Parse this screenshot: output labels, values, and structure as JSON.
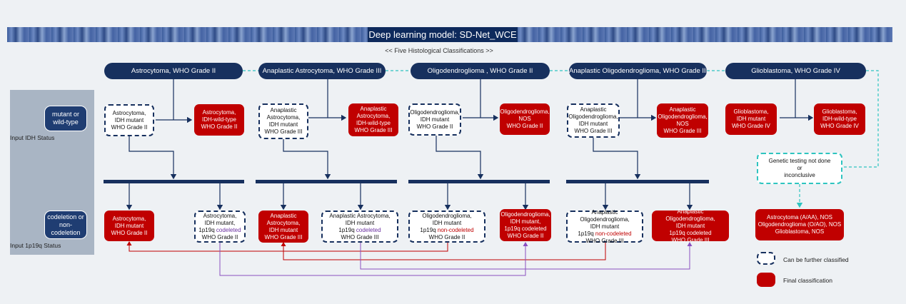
{
  "title": "Deep learning model: SD-Net_WCE",
  "subtitle": "<<   Five Histological Classifications   >>",
  "grades": [
    "Astrocytoma, WHO Grade II",
    "Anaplastic Astrocytoma, WHO Grade III",
    "Oligodendroglioma , WHO Grade II",
    "Anaplastic Oligodendroglioma, WHO Grade III",
    "Glioblastoma, WHO Grade IV"
  ],
  "inputs": {
    "idh_box": "mutant or wild-type",
    "idh_label": "Input IDH Status",
    "codel_box": "codeletion or non-codeletion",
    "codel_label": "Input 1p19q Status"
  },
  "idh_row": {
    "b1": [
      "Astrocytoma,",
      "IDH mutant",
      "WHO Grade II"
    ],
    "b2": [
      "Astrocytoma,",
      "IDH-wild-type",
      "WHO Grade II"
    ],
    "b3": [
      "Anaplastic",
      "Astrocytoma,",
      "IDH mutant",
      "WHO Grade III"
    ],
    "b4": [
      "Anaplastic",
      "Astrocytoma,",
      "IDH-wild-type",
      "WHO Grade III"
    ],
    "b5": [
      "Oligodendroglioma,",
      "IDH mutant",
      "WHO Grade II"
    ],
    "b6": [
      "Oligodendroglioma,",
      "NOS",
      "WHO Grade II"
    ],
    "b7": [
      "Anaplastic",
      "Oligodendroglioma,",
      "IDH mutant",
      "WHO Grade III"
    ],
    "b8": [
      "Anaplastic",
      "Oligodendroglioma,",
      "NOS",
      "WHO Grade III"
    ],
    "b9": [
      "Glioblastoma,",
      "IDH mutant",
      "WHO Grade IV"
    ],
    "b10": [
      "Glioblastoma,",
      "IDH-wild-type",
      "WHO Grade IV"
    ]
  },
  "codel_row": {
    "c1": [
      "Astrocytoma,",
      "IDH mutant",
      "WHO Grade II"
    ],
    "c2": {
      "l1": "Astrocytoma,",
      "l2": "IDH mutant,",
      "l3a": "1p19q ",
      "l3b": "codeleted",
      "l4": "WHO Grade II"
    },
    "c3": [
      "Anaplastic",
      "Astrocytoma,",
      "IDH mutant",
      "WHO Grade III"
    ],
    "c4": {
      "l1": "Anaplastic Astrocytoma,",
      "l2": "IDH mutant",
      "l3a": "1p19q ",
      "l3b": "codeleted",
      "l4": "WHO Grade III"
    },
    "c5": {
      "l1": "Oligodendroglioma,",
      "l2": "IDH mutant",
      "l3a": "1p19q ",
      "l3b": "non-codeleted",
      "l4": "WHO Grade II"
    },
    "c6": [
      "Oligodendroglioma,",
      "IDH mutant,",
      "1p19q codeleted",
      "WHO Grade II"
    ],
    "c7": {
      "l1": "Anaplastic Oligodendroglioma,",
      "l2": "IDH mutant",
      "l3a": "1p19q ",
      "l3b": "non-codeleted",
      "l4": "WHO Grade III"
    },
    "c8": [
      "Anaplastic Oligodendroglioma,",
      "IDH mutant",
      "1p19q codeleted",
      "WHO Grade III"
    ]
  },
  "genetic_box": [
    "Genetic testing not done",
    "or",
    "inconclusive"
  ],
  "nos_box": [
    "Astrocytoma (A/AA), NOS",
    "Oligodendroglioma (O/AO), NOS",
    "Glioblastoma, NOS"
  ],
  "legend": {
    "further": "Can be further classified",
    "final": "Final classification"
  },
  "colors": {
    "navy": "#17305e",
    "red": "#c00000",
    "teal": "#2ec4c0",
    "purple": "#8a4fc0",
    "darkred": "#a01010"
  }
}
